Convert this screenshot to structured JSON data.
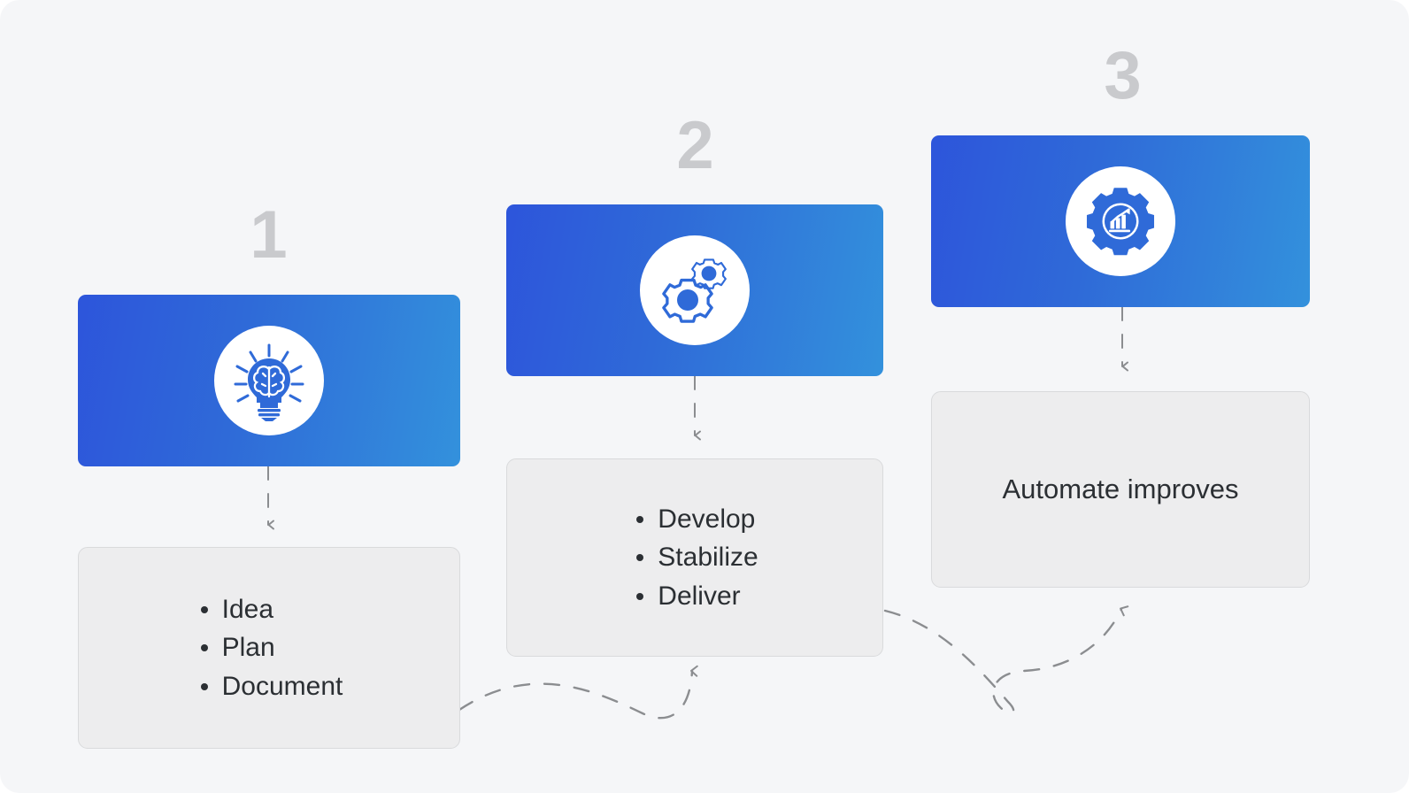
{
  "diagram": {
    "title": "Three step process flow",
    "background_color": "#f5f6f8",
    "card_gradient_from": "#2d55db",
    "card_gradient_to": "#3391dc",
    "number_color": "#c9cacd",
    "text_card_fill": "#ededee",
    "text_card_border": "#d9dadc",
    "text_color": "#2b2f33",
    "connector_color": "#8b8d90"
  },
  "steps": [
    {
      "number": "1",
      "icon": "lightbulb-brain-icon",
      "items": [
        "Idea",
        "Plan",
        "Document"
      ]
    },
    {
      "number": "2",
      "icon": "two-gears-icon",
      "items": [
        "Develop",
        "Stabilize",
        "Deliver"
      ]
    },
    {
      "number": "3",
      "icon": "gear-bar-chart-icon",
      "items": [
        "Automate improves"
      ]
    }
  ]
}
